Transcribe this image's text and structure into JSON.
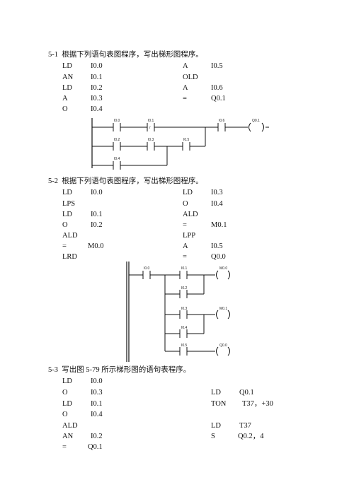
{
  "sections": [
    {
      "heading": "5-1  根据下列语句表图程序，写出梯形图程序。",
      "instructions": [
        [
          "LD",
          "I0.0"
        ],
        [
          "AN",
          "I0.1"
        ],
        [
          "LD",
          "I0.2"
        ],
        [
          "A",
          "I0.3"
        ],
        [
          "O",
          "I0.4"
        ],
        [
          "A",
          "I0.5"
        ],
        [
          "OLD",
          ""
        ],
        [
          "A",
          "I0.6"
        ],
        [
          "=",
          "Q0.1"
        ]
      ]
    },
    {
      "heading": "5-2  根据下列语句表图程序，写出梯形图程序。",
      "instructions": [
        [
          "LD",
          "I0.0"
        ],
        [
          "LPS",
          ""
        ],
        [
          "LD",
          "I0.1"
        ],
        [
          "O",
          "I0.2"
        ],
        [
          "ALD",
          ""
        ],
        [
          "=",
          "M0.0"
        ],
        [
          "LRD",
          ""
        ],
        [
          "LD",
          "I0.3"
        ],
        [
          "O",
          "I0.4"
        ],
        [
          "ALD",
          ""
        ],
        [
          "=",
          "M0.1"
        ],
        [
          "LPP",
          ""
        ],
        [
          "A",
          "I0.5"
        ],
        [
          "=",
          "Q0.0"
        ]
      ]
    },
    {
      "heading": "5-3  写出图 5-79 所示梯形图的语句表程序。",
      "instructions": [
        [
          "LD",
          "I0.0"
        ],
        [
          "O",
          "I0.3"
        ],
        [
          "LD",
          "I0.1"
        ],
        [
          "O",
          "I0.4"
        ],
        [
          "ALD",
          ""
        ],
        [
          "AN",
          "I0.2"
        ],
        [
          "=",
          "Q0.1"
        ],
        [
          "LD",
          "Q0.1"
        ],
        [
          "TON",
          "T37，+30"
        ],
        [
          "LD",
          "T37"
        ],
        [
          "S",
          "Q0.2，4"
        ]
      ]
    }
  ],
  "diagram1": {
    "contacts": [
      "I0.0",
      "I0.1",
      "I0.6",
      "I0.2",
      "I0.3",
      "I0.5",
      "I0.4"
    ],
    "coil": "Q0.1",
    "not_mark": "/"
  },
  "diagram2": {
    "contacts": [
      "I0.0",
      "I0.1",
      "I0.2",
      "I0.3",
      "I0.4",
      "I0.5"
    ],
    "coils": [
      "M0.0",
      "M0.1",
      "Q0.0"
    ]
  }
}
